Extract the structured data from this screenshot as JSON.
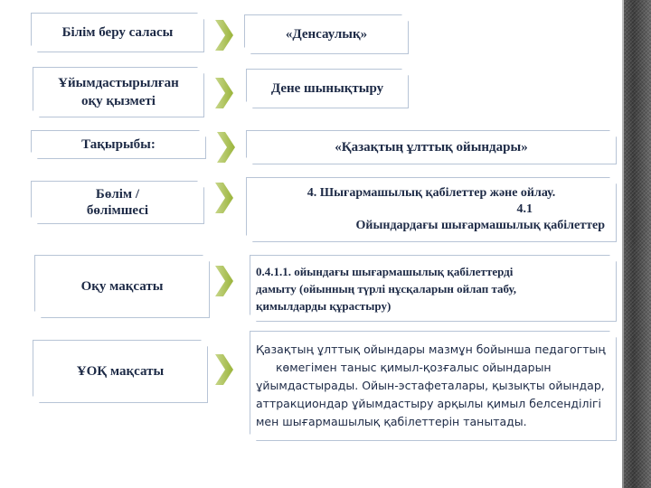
{
  "rows": [
    {
      "label": "Білім беру саласы",
      "value": "«Денсаулық»"
    },
    {
      "label_lines": [
        "Ұйымдастырылған",
        "оқу қызметі"
      ],
      "value": "Дене шынықтыру"
    },
    {
      "label": "Тақырыбы:",
      "value": "«Қазақтың  ұлттық  ойындары»"
    },
    {
      "label_lines": [
        "Бөлім /",
        "бөлімшесі"
      ],
      "value_lines": [
        "4. Шығармашылық қабілеттер және ойлау.",
        "4.1",
        "Ойындардағы  шығармашылық  қабілеттер"
      ]
    },
    {
      "label": "Оқу мақсаты",
      "value_lines": [
        "0.4.1.1. ойындағы шығармашылық  қабілеттерді",
        "дамыту (ойынның  түрлі    нұсқаларын ойлап  табу,",
        "қимылдарды құрастыру)"
      ]
    },
    {
      "label": "ҰОҚ мақсаты",
      "value_lines": [
        "Қазақтың ұлттық ойындары мазмұн бойынша педагогтың",
        "көмегімен таныс қимыл-қозғалыс ойындарын",
        "ұйымдастырады. Ойын-эстафеталары, қызықты ойындар,",
        "аттракциондар ұйымдастыру арқылы қимыл белсенділігі",
        "мен  шығармашылық   қабілеттерін танытады."
      ]
    }
  ]
}
